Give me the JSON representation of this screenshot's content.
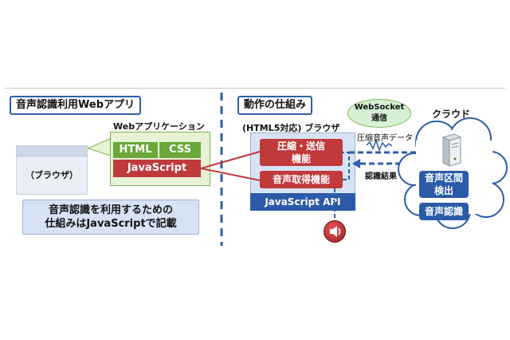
{
  "left": {
    "title": "音声認識利用Webアプリ",
    "webapp_label": "Webアプリケーション",
    "html_label": "HTML",
    "css_label": "CSS",
    "js_label": "JavaScript",
    "browser_label": "（ブラウザ）",
    "note_line1": "音声認識を利用するための",
    "note_line2": "仕組みはJavaScriptで記載"
  },
  "right": {
    "title": "動作の仕組み",
    "browser_label": "(HTML5対応) ブラウザ",
    "compress_line1": "圧縮・送信",
    "compress_line2": "機能",
    "audio_label": "音声取得機能",
    "js_api_label": "JavaScript API",
    "websocket_line1": "WebSocket",
    "websocket_line2": "通信",
    "compressed_audio_label": "圧縮音声データ",
    "result_label": "認識結果",
    "cloud_label": "クラウド",
    "detect_line1": "音声区間",
    "detect_line2": "検出",
    "recog_label": "音声認識"
  },
  "colors": {
    "accent_blue": "#2d5fa8",
    "green": "#6aa83a",
    "red": "#c0393b",
    "light_green": "#e7f2d6",
    "light_blue": "#d7e3f4"
  }
}
